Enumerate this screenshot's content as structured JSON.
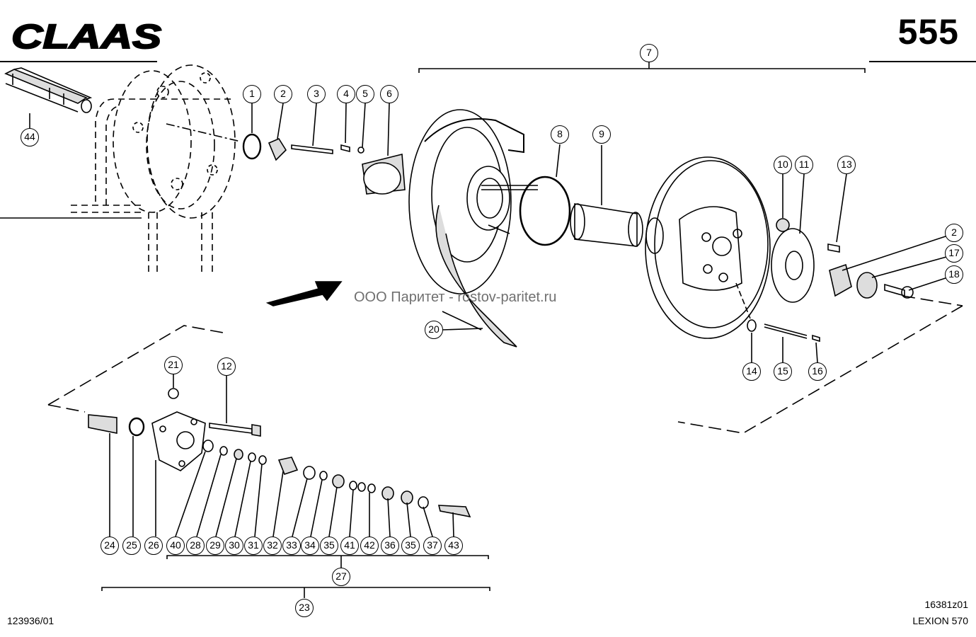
{
  "brand": {
    "logo_text": "CLAAS"
  },
  "sheet": {
    "number": "555",
    "drawing_id": "16381z01",
    "model": "LEXION 570",
    "doc_ref": "123936/01"
  },
  "watermark": "ООО Паритет - rostov-paritet.ru",
  "callouts": [
    {
      "id": "c1",
      "label": "1"
    },
    {
      "id": "c2",
      "label": "2"
    },
    {
      "id": "c3",
      "label": "3"
    },
    {
      "id": "c4",
      "label": "4"
    },
    {
      "id": "c5",
      "label": "5"
    },
    {
      "id": "c6",
      "label": "6"
    },
    {
      "id": "c7",
      "label": "7"
    },
    {
      "id": "c8",
      "label": "8"
    },
    {
      "id": "c9",
      "label": "9"
    },
    {
      "id": "c10",
      "label": "10"
    },
    {
      "id": "c11",
      "label": "11"
    },
    {
      "id": "c13",
      "label": "13"
    },
    {
      "id": "c2b",
      "label": "2"
    },
    {
      "id": "c17",
      "label": "17"
    },
    {
      "id": "c18",
      "label": "18"
    },
    {
      "id": "c14",
      "label": "14"
    },
    {
      "id": "c15",
      "label": "15"
    },
    {
      "id": "c16",
      "label": "16"
    },
    {
      "id": "c20",
      "label": "20"
    },
    {
      "id": "c44",
      "label": "44"
    },
    {
      "id": "c21",
      "label": "21"
    },
    {
      "id": "c12",
      "label": "12"
    },
    {
      "id": "c24",
      "label": "24"
    },
    {
      "id": "c25",
      "label": "25"
    },
    {
      "id": "c26",
      "label": "26"
    },
    {
      "id": "c40",
      "label": "40"
    },
    {
      "id": "c28",
      "label": "28"
    },
    {
      "id": "c29",
      "label": "29"
    },
    {
      "id": "c30",
      "label": "30"
    },
    {
      "id": "c31",
      "label": "31"
    },
    {
      "id": "c32",
      "label": "32"
    },
    {
      "id": "c33",
      "label": "33"
    },
    {
      "id": "c34",
      "label": "34"
    },
    {
      "id": "c35",
      "label": "35"
    },
    {
      "id": "c41",
      "label": "41"
    },
    {
      "id": "c42",
      "label": "42"
    },
    {
      "id": "c36",
      "label": "36"
    },
    {
      "id": "c35b",
      "label": "35"
    },
    {
      "id": "c37",
      "label": "37"
    },
    {
      "id": "c43",
      "label": "43"
    },
    {
      "id": "c27",
      "label": "27"
    },
    {
      "id": "c23",
      "label": "23"
    }
  ]
}
